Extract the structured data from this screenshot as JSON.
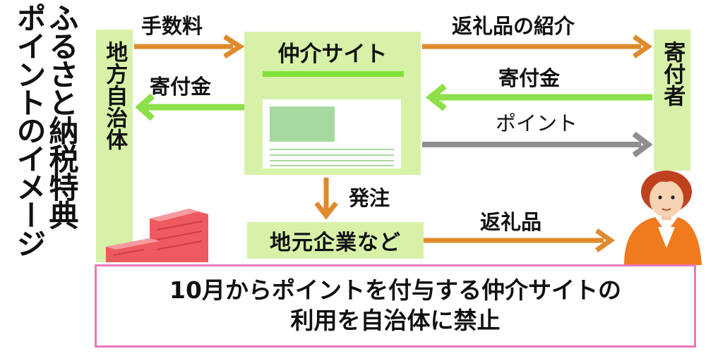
{
  "title": {
    "line1": "ふるさと納税特典",
    "line2": "ポイントのイメージ"
  },
  "nodes": {
    "municipality": "地方自治体",
    "site": "仲介サイト",
    "donor": "寄付者",
    "local_business": "地元企業など"
  },
  "flows": {
    "fee": "手数料",
    "donation_to_municipality": "寄付金",
    "gift_intro": "返礼品の紹介",
    "donation_from_donor": "寄付金",
    "points": "ポイント",
    "order": "発注",
    "gift": "返礼品"
  },
  "note": {
    "line1": "10月からポイントを付与する仲介サイトの",
    "line2": "利用を自治体に禁止"
  },
  "colors": {
    "box_fill": "#d7f2a8",
    "orange_arrow": "#e08a2c",
    "green_arrow": "#8ee04a",
    "gray_arrow": "#8e8e8e",
    "note_border": "#e879b8",
    "building": "#ee5a5f",
    "person_jacket": "#f07a1e"
  }
}
